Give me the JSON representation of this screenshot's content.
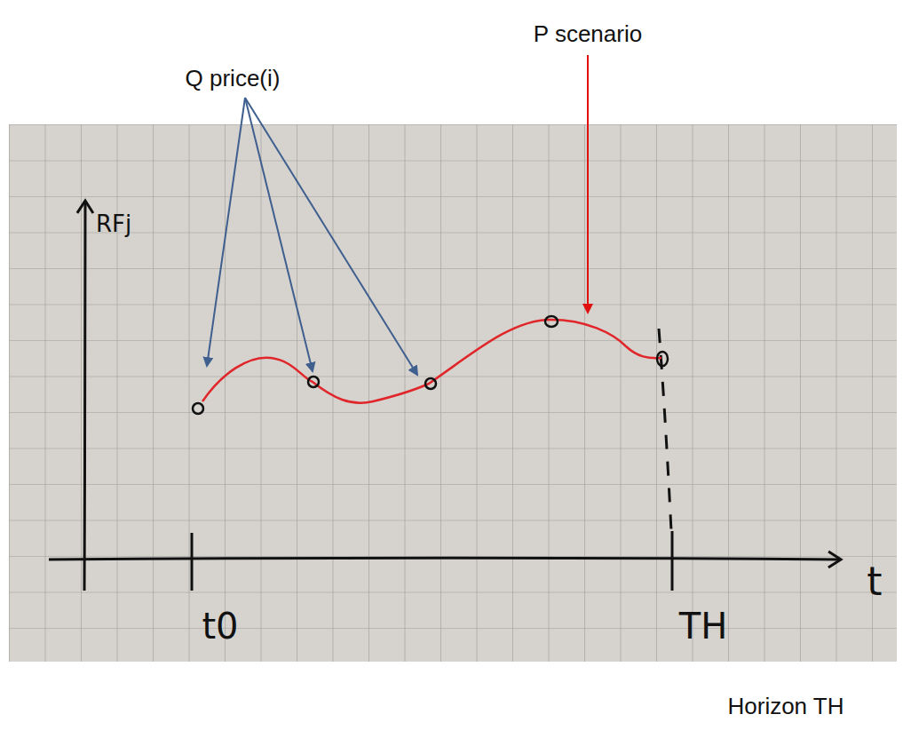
{
  "diagram": {
    "labels": [
      "Q price(i)",
      "P scenario",
      "RFj",
      "t",
      "t0",
      "TH",
      "Horizon TH"
    ]
  }
}
